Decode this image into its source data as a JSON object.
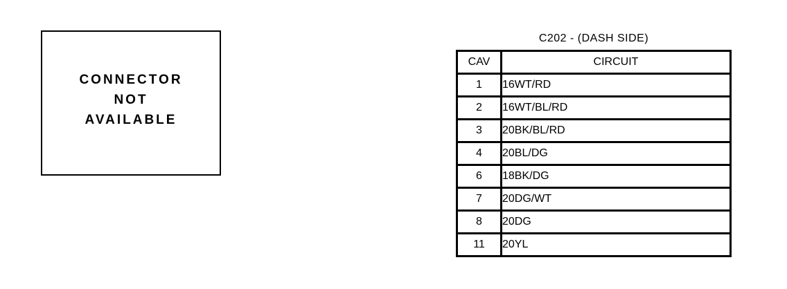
{
  "notice_box": {
    "lines": [
      "CONNECTOR",
      "NOT",
      "AVAILABLE"
    ]
  },
  "connector_table": {
    "title": "C202 - (DASH SIDE)",
    "columns": [
      "CAV",
      "CIRCUIT"
    ],
    "rows": [
      {
        "cav": "1",
        "circuit": "16WT/RD"
      },
      {
        "cav": "2",
        "circuit": "16WT/BL/RD"
      },
      {
        "cav": "3",
        "circuit": "20BK/BL/RD"
      },
      {
        "cav": "4",
        "circuit": "20BL/DG"
      },
      {
        "cav": "6",
        "circuit": "18BK/DG"
      },
      {
        "cav": "7",
        "circuit": "20DG/WT"
      },
      {
        "cav": "8",
        "circuit": "20DG"
      },
      {
        "cav": "11",
        "circuit": "20YL"
      }
    ]
  },
  "colors": {
    "foreground": "#000000",
    "background": "#ffffff"
  }
}
